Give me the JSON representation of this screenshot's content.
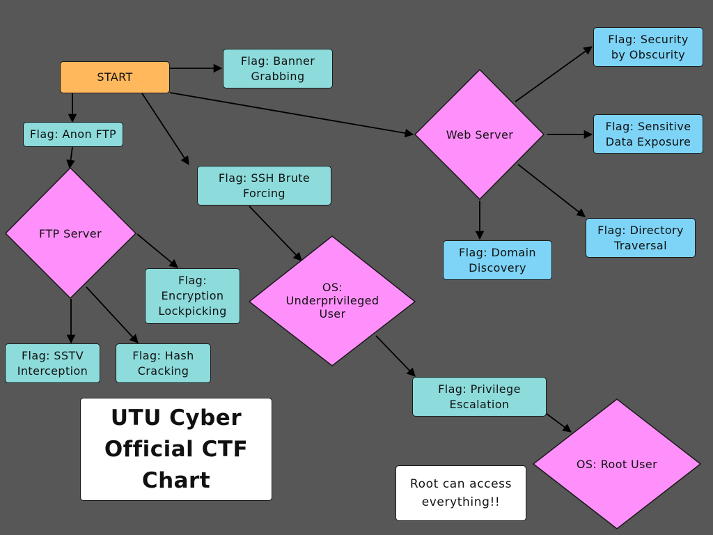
{
  "diagram": {
    "start": "START",
    "flags": {
      "banner_grabbing": "Flag: Banner Grabbing",
      "anon_ftp": "Flag: Anon FTP",
      "ssh_brute": "Flag: SSH Brute Forcing",
      "encryption": "Flag: Encryption Lockpicking",
      "sstv": "Flag: SSTV Interception",
      "hash": "Flag: Hash Cracking",
      "security_obscurity": "Flag: Security by Obscurity",
      "sensitive_data": "Flag: Sensitive Data Exposure",
      "directory_traversal": "Flag: Directory Traversal",
      "domain_discovery": "Flag: Domain Discovery",
      "privilege_escalation": "Flag: Privilege Escalation"
    },
    "decisions": {
      "web_server": "Web Server",
      "ftp_server": "FTP Server",
      "os_underprivileged": "OS: Underprivileged User",
      "os_root": "OS: Root User"
    },
    "title": "UTU Cyber Official CTF Chart",
    "note": "Root can access everything!!",
    "colors": {
      "background": "#575757",
      "start": "#ffb85c",
      "flag_teal": "#8ddbdb",
      "flag_blue": "#7dd4f7",
      "decision": "#ff90fb"
    }
  }
}
